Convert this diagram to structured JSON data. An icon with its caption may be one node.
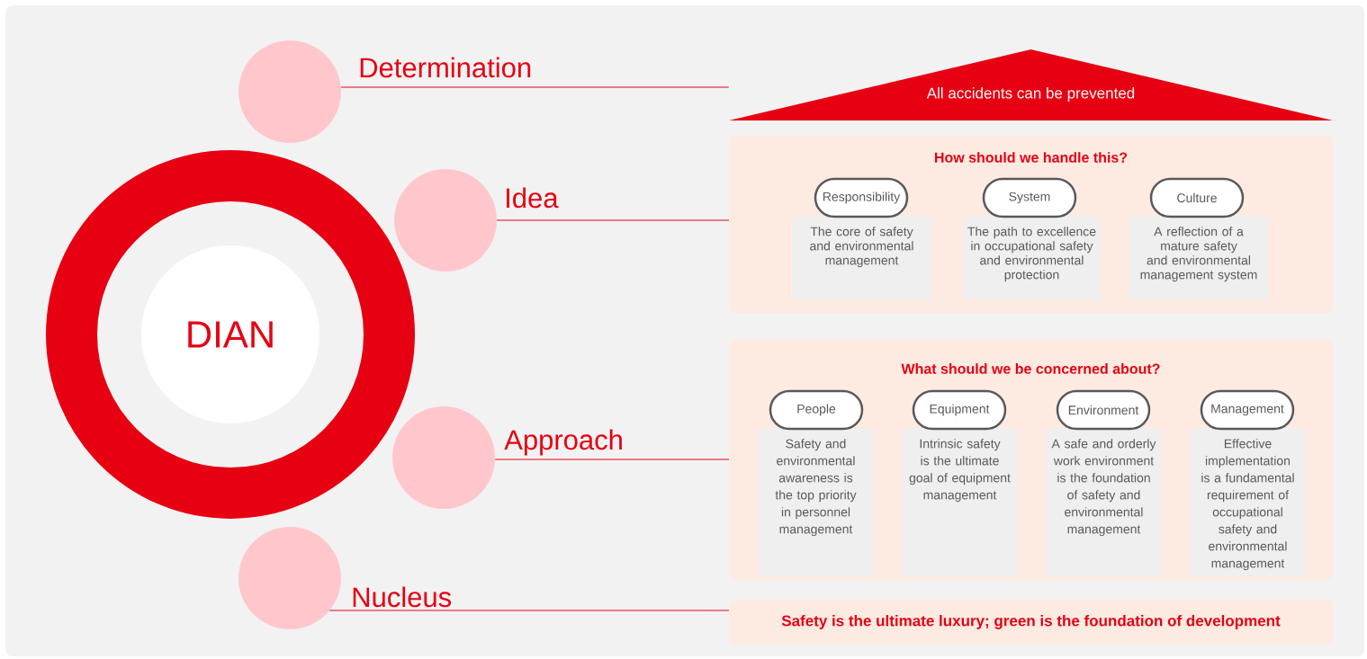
{
  "diagram": {
    "nodes": [
      {
        "text": [
          "DIAN"
        ]
      },
      {
        "text": [],
        "shape": "circle",
        "beside": [
          "Determination"
        ]
      },
      {
        "text": [],
        "shape": "circle",
        "beside": [
          "Idea"
        ]
      },
      {
        "text": [],
        "shape": "circle",
        "beside": [
          "Approach"
        ]
      },
      {
        "text": [],
        "shape": "circle",
        "beside": [
          "Nucleus"
        ]
      },
      {
        "text": [
          "All accidents can be prevented"
        ]
      },
      {
        "text": [
          "How should we handle this?"
        ]
      },
      {
        "text": [
          "Responsibility"
        ],
        "in": 6
      },
      {
        "text": [
          "The core of safety and environmental management"
        ],
        "in": 6
      },
      {
        "text": [
          "System"
        ],
        "in": 6
      },
      {
        "text": [
          "The path to excellence in occupational safety and environmental protection"
        ],
        "in": 6
      },
      {
        "text": [
          "Culture"
        ],
        "in": 6
      },
      {
        "text": [
          "A reflection of a mature safety and environmental management system"
        ],
        "in": 6
      },
      {
        "text": [
          "What should we be concerned about?"
        ]
      },
      {
        "text": [
          "People"
        ],
        "in": 13
      },
      {
        "text": [
          "Safety and environmental awareness is the top priority in personnel management"
        ],
        "in": 13
      },
      {
        "text": [
          "Equipment"
        ],
        "in": 13
      },
      {
        "text": [
          "Intrinsic safety is the ultimate goal of equipment management"
        ],
        "in": 13
      },
      {
        "text": [
          "Environment"
        ],
        "in": 13
      },
      {
        "text": [
          "A safe and orderly work environment is the foundation of safety and environmental management"
        ],
        "in": 13
      },
      {
        "text": [
          "Management"
        ],
        "in": 13
      },
      {
        "text": [
          "Effective implementation is a fundamental requirement of occupational safety and environmental management"
        ],
        "in": 13
      },
      {
        "text": [
          "Safety is the ultimate luxury; green is the foundation of development"
        ]
      }
    ],
    "edges": [
      {
        "from": 1,
        "to": 5,
        "arrow": "none"
      },
      {
        "from": 2,
        "to": 6,
        "arrow": "none"
      },
      {
        "from": 3,
        "to": 13,
        "arrow": "none"
      },
      {
        "from": 4,
        "to": 22,
        "arrow": "none"
      }
    ]
  }
}
